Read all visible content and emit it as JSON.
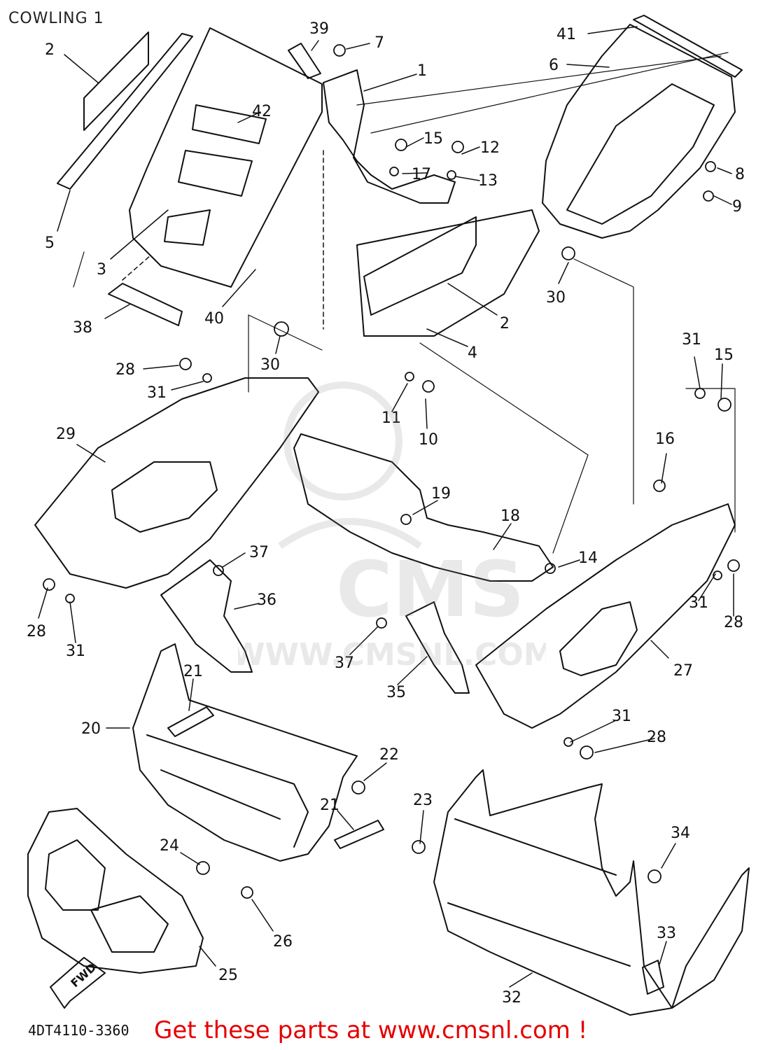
{
  "title": "COWLING 1",
  "drawing_ref": "4DT4110-3360",
  "footer_text": "Get these parts at www.cmsnl.com !",
  "watermark_text": "WWW.CMSNL.COM",
  "fwd_label": "FWD",
  "colors": {
    "line": "#111111",
    "footer": "#e60000",
    "watermark": "#bbbbbb"
  },
  "part_labels": [
    {
      "id": "l2a",
      "text": "2"
    },
    {
      "id": "l5",
      "text": "5"
    },
    {
      "id": "l3",
      "text": "3"
    },
    {
      "id": "l38",
      "text": "38"
    },
    {
      "id": "l40",
      "text": "40"
    },
    {
      "id": "l42",
      "text": "42"
    },
    {
      "id": "l39",
      "text": "39"
    },
    {
      "id": "l7",
      "text": "7"
    },
    {
      "id": "l1",
      "text": "1"
    },
    {
      "id": "l15a",
      "text": "15"
    },
    {
      "id": "l12",
      "text": "12"
    },
    {
      "id": "l17",
      "text": "17"
    },
    {
      "id": "l13",
      "text": "13"
    },
    {
      "id": "l41",
      "text": "41"
    },
    {
      "id": "l6",
      "text": "6"
    },
    {
      "id": "l8",
      "text": "8"
    },
    {
      "id": "l9",
      "text": "9"
    },
    {
      "id": "l30a",
      "text": "30"
    },
    {
      "id": "l2b",
      "text": "2"
    },
    {
      "id": "l4",
      "text": "4"
    },
    {
      "id": "l30b",
      "text": "30"
    },
    {
      "id": "l28a",
      "text": "28"
    },
    {
      "id": "l31a",
      "text": "31"
    },
    {
      "id": "l11",
      "text": "11"
    },
    {
      "id": "l10",
      "text": "10"
    },
    {
      "id": "l31b",
      "text": "31"
    },
    {
      "id": "l15b",
      "text": "15"
    },
    {
      "id": "l29",
      "text": "29"
    },
    {
      "id": "l16",
      "text": "16"
    },
    {
      "id": "l19",
      "text": "19"
    },
    {
      "id": "l18",
      "text": "18"
    },
    {
      "id": "l37a",
      "text": "37"
    },
    {
      "id": "l14",
      "text": "14"
    },
    {
      "id": "l36",
      "text": "36"
    },
    {
      "id": "l28b",
      "text": "28"
    },
    {
      "id": "l31c",
      "text": "31"
    },
    {
      "id": "l31d",
      "text": "31"
    },
    {
      "id": "l28c",
      "text": "28"
    },
    {
      "id": "l37b",
      "text": "37"
    },
    {
      "id": "l35",
      "text": "35"
    },
    {
      "id": "l27",
      "text": "27"
    },
    {
      "id": "l21a",
      "text": "21"
    },
    {
      "id": "l20",
      "text": "20"
    },
    {
      "id": "l31e",
      "text": "31"
    },
    {
      "id": "l28d",
      "text": "28"
    },
    {
      "id": "l22",
      "text": "22"
    },
    {
      "id": "l23",
      "text": "23"
    },
    {
      "id": "l21b",
      "text": "21"
    },
    {
      "id": "l34",
      "text": "34"
    },
    {
      "id": "l24",
      "text": "24"
    },
    {
      "id": "l26",
      "text": "26"
    },
    {
      "id": "l33",
      "text": "33"
    },
    {
      "id": "l25",
      "text": "25"
    },
    {
      "id": "l32",
      "text": "32"
    }
  ]
}
